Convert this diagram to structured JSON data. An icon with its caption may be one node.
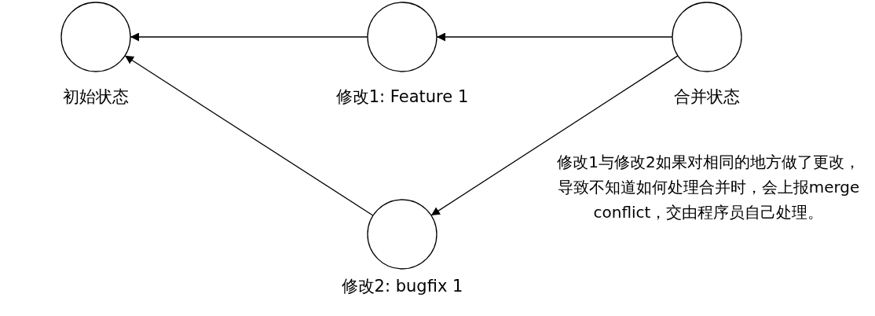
{
  "diagram": {
    "nodes": [
      {
        "text": [
          "初始状态"
        ]
      },
      {
        "text": [
          "修改1: Feature 1"
        ]
      },
      {
        "text": [
          "合并状态"
        ]
      },
      {
        "text": [
          "修改2: bugfix 1"
        ]
      }
    ],
    "edges": [
      {
        "from": 1,
        "to": 0,
        "arrow": "to"
      },
      {
        "from": 2,
        "to": 1,
        "arrow": "to"
      },
      {
        "from": 2,
        "to": 3,
        "arrow": "to"
      },
      {
        "from": 3,
        "to": 0,
        "arrow": "to"
      }
    ],
    "labels": [
      "修改1与修改2如果对相同的地方做了更改，导致不知道如何处理合并时，会上报merge conflict，交由程序员自己处理。"
    ]
  }
}
